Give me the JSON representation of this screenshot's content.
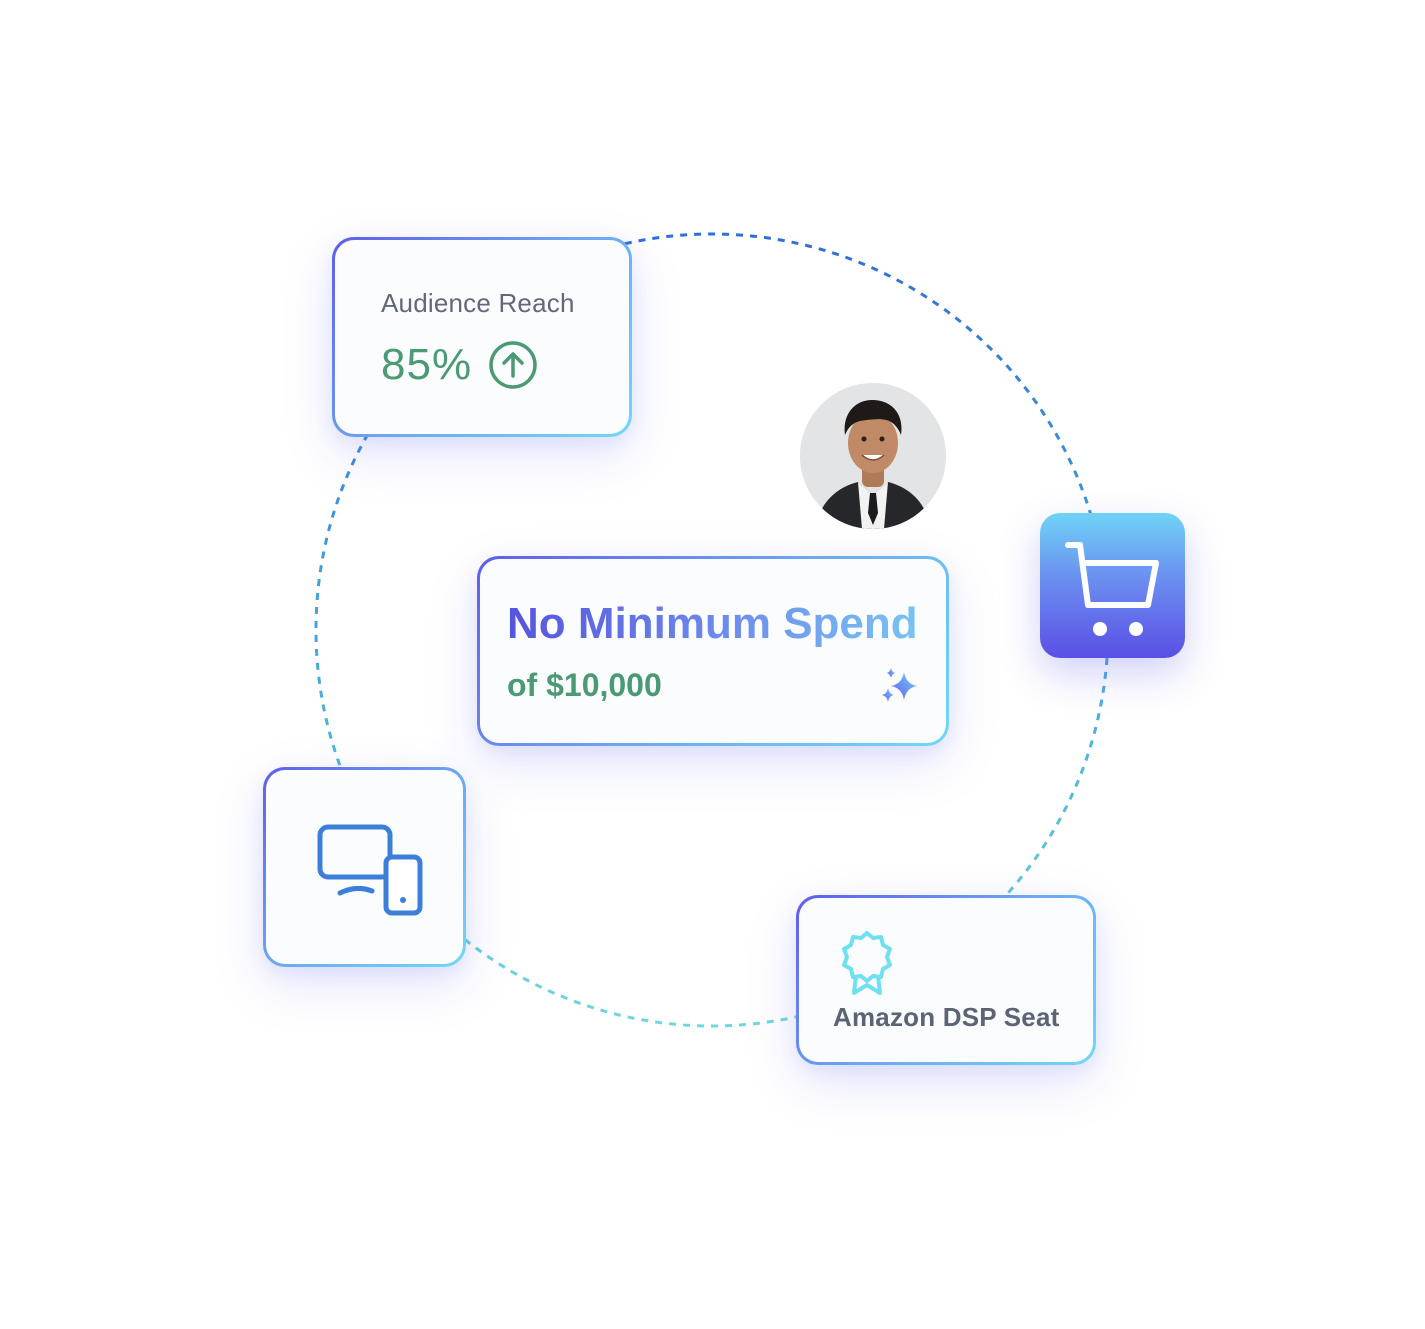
{
  "reach_card": {
    "label": "Audience Reach",
    "value": "85%",
    "trend_icon": "arrow-up-circle-icon"
  },
  "spend_card": {
    "title": "No Minimum Spend",
    "subtitle": "of $10,000",
    "icon": "sparkles-icon"
  },
  "device_card": {
    "icon": "monitor-and-phone-icon"
  },
  "dsp_card": {
    "label": "Amazon DSP Seat",
    "icon": "award-ribbon-icon"
  },
  "cart_tile": {
    "icon": "shopping-cart-icon"
  },
  "avatar": {
    "icon": "user-avatar-photo"
  },
  "colors": {
    "accent_green": "#4a9a73",
    "gradient_indigo": "#5654dd",
    "gradient_cyan": "#72d7f6",
    "text_gray": "#60687a"
  }
}
